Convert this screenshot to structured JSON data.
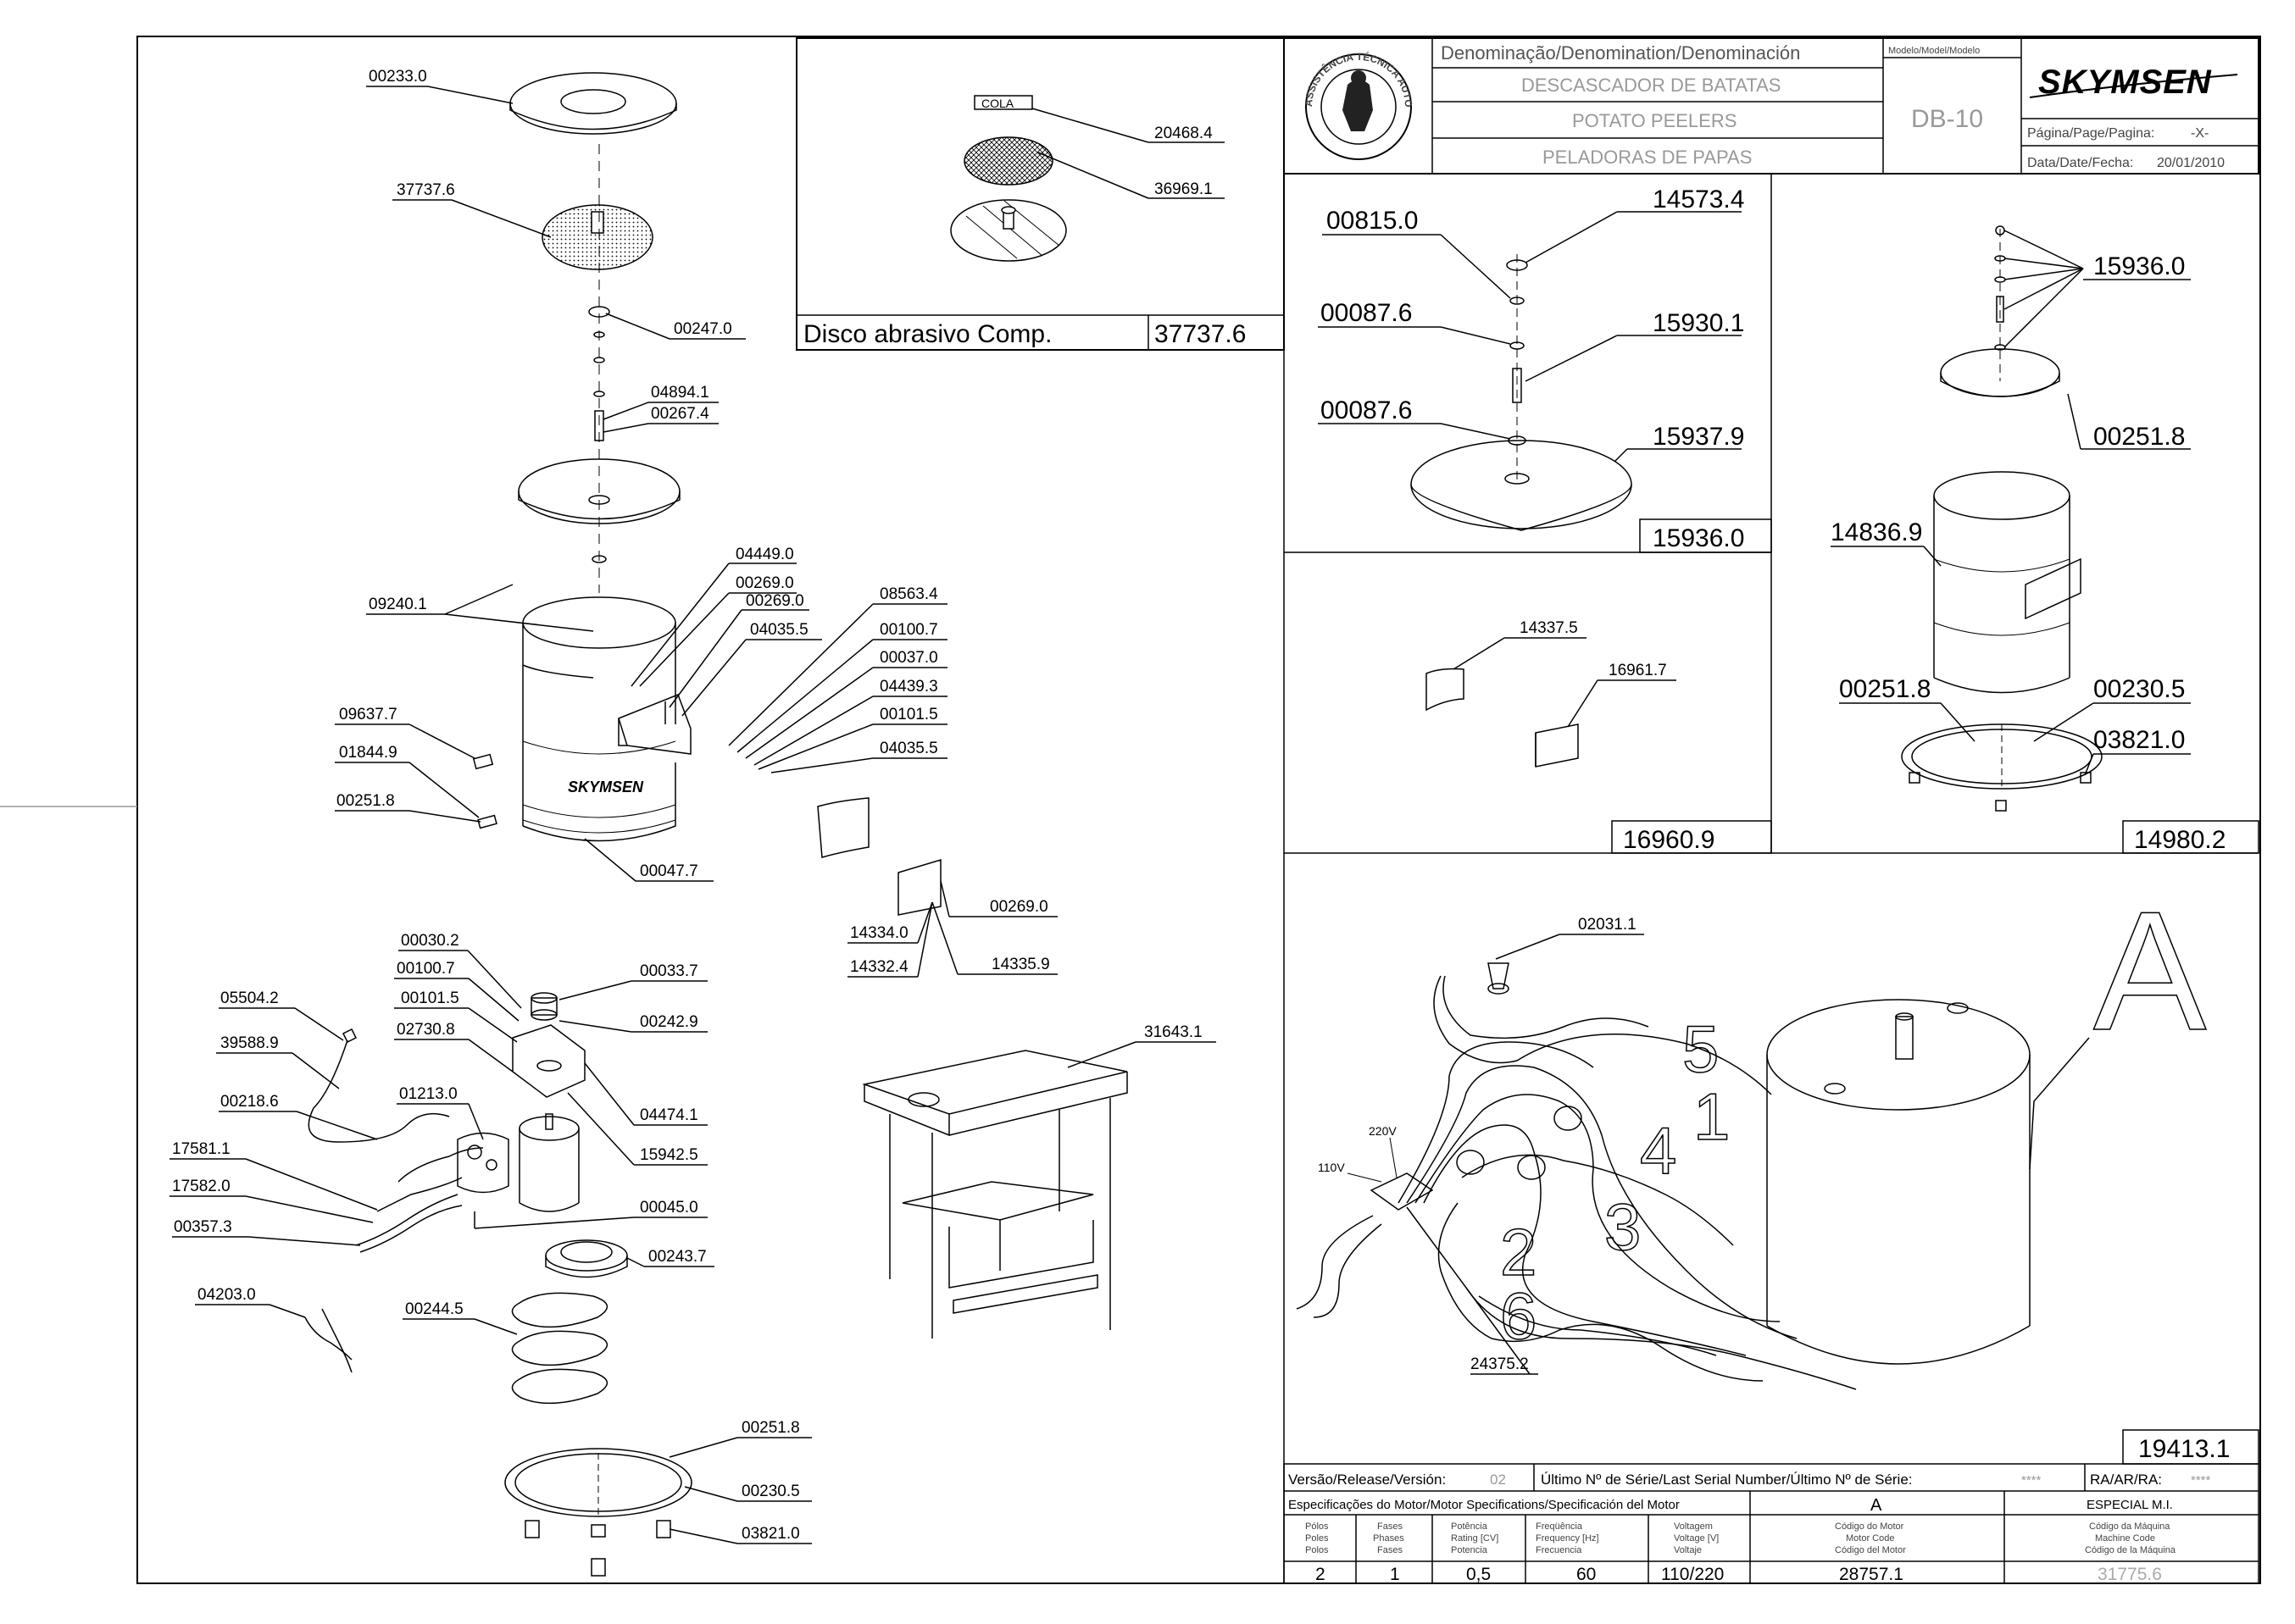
{
  "title_block": {
    "denomination_header": "Denominação/Denomination/Denominación",
    "name_pt": "DESCASCADOR DE BATATAS",
    "name_en": "POTATO PEELERS",
    "name_es": "PELADORAS DE PAPAS",
    "model_header": "Modelo/Model/Modelo",
    "model": "DB-10",
    "brand": "SKYMSEN",
    "page_label": "Página/Page/Pagina:",
    "page_value": "-X-",
    "date_label": "Data/Date/Fecha:",
    "date_value": "20/01/2010",
    "seal_text": "ASSISTÊNCIA TÉCNICA AUTORIZADA"
  },
  "inset_disc": {
    "cola_label": "COLA",
    "title": "Disco abrasivo Comp.",
    "code": "37737.6",
    "parts": [
      "20468.4",
      "36969.1"
    ]
  },
  "panel_15936": {
    "code": "15936.0",
    "parts": [
      "14573.4",
      "00815.0",
      "00087.6",
      "15930.1",
      "00087.6",
      "15937.9"
    ]
  },
  "panel_14980": {
    "code": "14980.2",
    "parts": [
      "15936.0",
      "00251.8",
      "14836.9",
      "00251.8",
      "00230.5",
      "03821.0"
    ]
  },
  "panel_16960": {
    "code": "16960.9",
    "parts": [
      "14337.5",
      "16961.7"
    ]
  },
  "panel_wiring": {
    "code": "19413.1",
    "detail_letter": "A",
    "parts": [
      "02031.1",
      "24375.2"
    ],
    "voltage_high": "220V",
    "voltage_low": "110V",
    "wire_numbers": [
      "5",
      "1",
      "4",
      "3",
      "2",
      "6"
    ]
  },
  "main_parts": {
    "upper": [
      "00233.0",
      "37737.6",
      "00247.0",
      "04894.1",
      "00267.4",
      "04449.0",
      "00269.0",
      "00269.0",
      "04035.5",
      "08563.4",
      "00100.7",
      "00037.0",
      "04439.3",
      "00101.5",
      "04035.5",
      "09240.1",
      "09637.7",
      "01844.9",
      "00251.8",
      "00047.7",
      "00269.0",
      "14334.0",
      "14332.4",
      "14335.9"
    ],
    "lower": [
      "00030.2",
      "00100.7",
      "00101.5",
      "02730.8",
      "01213.0",
      "00033.7",
      "00242.9",
      "04474.1",
      "15942.5",
      "00045.0",
      "05504.2",
      "39588.9",
      "00218.6",
      "17581.1",
      "17582.0",
      "00357.3",
      "04203.0",
      "00243.7",
      "00244.5",
      "00251.8",
      "00230.5",
      "03821.0"
    ],
    "stand": "31643.1"
  },
  "release_row": {
    "version_label": "Versão/Release/Versión:",
    "version_value": "02",
    "serial_label": "Último Nº de Série/Last Serial Number/Último Nº de Série:",
    "serial_value": "****",
    "ra_label": "RA/AR/RA:",
    "ra_value": "****"
  },
  "motor_spec": {
    "header": "Especificações do Motor/Motor Specifications/Specificación del Motor",
    "motor_letter": "A",
    "special": "ESPECIAL M.I.",
    "columns": [
      [
        "Pólos",
        "Poles",
        "Polos"
      ],
      [
        "Fases",
        "Phases",
        "Fases"
      ],
      [
        "Potência",
        "Rating [CV]",
        "Potencia"
      ],
      [
        "Freqüência",
        "Frequency [Hz]",
        "Frecuencia"
      ],
      [
        "Voltagem",
        "Voltage [V]",
        "Voltaje"
      ],
      [
        "Código do Motor",
        "Motor Code",
        "Código del Motor"
      ],
      [
        "Código da Máquina",
        "Machine Code",
        "Código de la Máquina"
      ]
    ],
    "values": [
      "2",
      "1",
      "0,5",
      "60",
      "110/220",
      "28757.1",
      "31775.6"
    ]
  }
}
